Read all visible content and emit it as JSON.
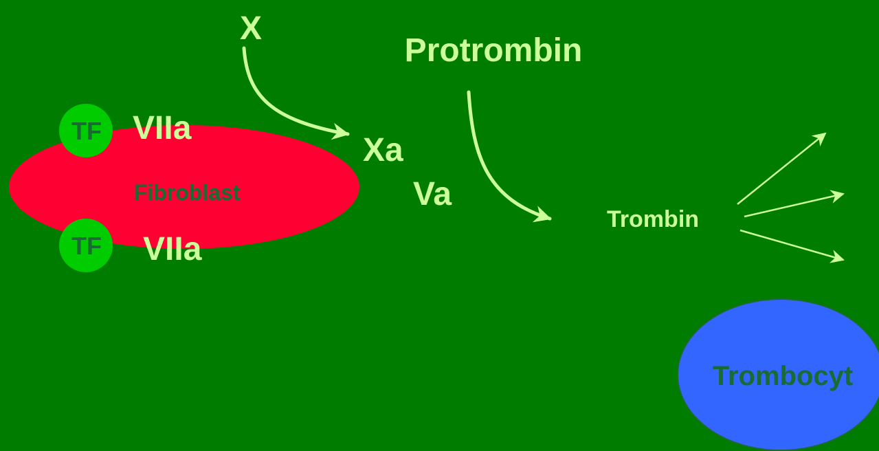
{
  "colors": {
    "background": "#007d00",
    "label": "#ccff99",
    "arrow": "#ccff99",
    "fibroblast_fill": "#ff0033",
    "fibroblast_text": "#1a6b33",
    "tf_fill": "#00cc00",
    "tf_text": "#1a6b33",
    "platelet_fill": "#3366ff",
    "platelet_text": "#1a6b33"
  },
  "diagram": {
    "fibroblast_label": "Fibroblast",
    "tf_label_top": "TF",
    "tf_label_bottom": "TF",
    "viia_label_top": "VIIa",
    "viia_label_bottom": "VIIa",
    "x_label": "X",
    "xa_label": "Xa",
    "va_label": "Va",
    "protrombin_label": "Protrombin",
    "trombin_label": "Trombin",
    "trombocyt_label": "Trombocyt"
  }
}
